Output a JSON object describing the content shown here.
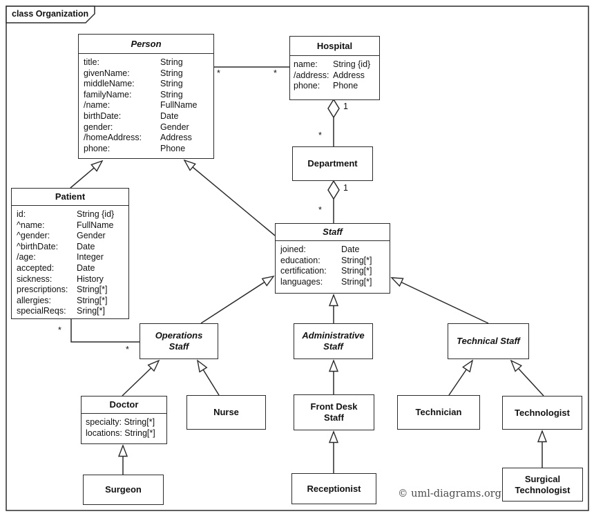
{
  "frame": {
    "title": "class Organization"
  },
  "copyright": "© uml-diagrams.org",
  "labels": [
    "*",
    "*",
    "1",
    "*",
    "1",
    "*",
    "*",
    "*"
  ],
  "classes": {
    "person": {
      "title": "Person",
      "abstract": true,
      "attrs": [
        {
          "n": "title:",
          "t": "String"
        },
        {
          "n": "givenName:",
          "t": "String"
        },
        {
          "n": "middleName:",
          "t": "String"
        },
        {
          "n": "familyName:",
          "t": "String"
        },
        {
          "n": "/name:",
          "t": "FullName"
        },
        {
          "n": "birthDate:",
          "t": "Date"
        },
        {
          "n": "gender:",
          "t": "Gender"
        },
        {
          "n": "/homeAddress:",
          "t": "Address"
        },
        {
          "n": "phone:",
          "t": "Phone"
        }
      ]
    },
    "hospital": {
      "title": "Hospital",
      "attrs": [
        {
          "n": "name:",
          "t": "String {id}"
        },
        {
          "n": "/address:",
          "t": "Address"
        },
        {
          "n": "phone:",
          "t": "Phone"
        }
      ]
    },
    "department": {
      "title": "Department"
    },
    "staff": {
      "title": "Staff",
      "abstract": true,
      "attrs": [
        {
          "n": "joined:",
          "t": "Date"
        },
        {
          "n": "education:",
          "t": "String[*]"
        },
        {
          "n": "certification:",
          "t": "String[*]"
        },
        {
          "n": "languages:",
          "t": "String[*]"
        }
      ]
    },
    "patient": {
      "title": "Patient",
      "attrs": [
        {
          "n": "id:",
          "t": "String {id}"
        },
        {
          "n": "^name:",
          "t": "FullName"
        },
        {
          "n": "^gender:",
          "t": "Gender"
        },
        {
          "n": "^birthDate:",
          "t": "Date"
        },
        {
          "n": "/age:",
          "t": "Integer"
        },
        {
          "n": "accepted:",
          "t": "Date"
        },
        {
          "n": "sickness:",
          "t": "History"
        },
        {
          "n": "prescriptions:",
          "t": "String[*]"
        },
        {
          "n": "allergies:",
          "t": "String[*]"
        },
        {
          "n": "specialReqs:",
          "t": "Sring[*]"
        }
      ]
    },
    "operationsStaff": {
      "title": "Operations Staff",
      "abstract": true
    },
    "administrativeStaff": {
      "title": "Administrative Staff",
      "abstract": true
    },
    "technicalStaff": {
      "title": "Technical Staff",
      "abstract": true
    },
    "doctor": {
      "title": "Doctor",
      "attrs": [
        "specialty: String[*]",
        "locations: String[*]"
      ]
    },
    "nurse": {
      "title": "Nurse"
    },
    "frontDeskStaff": {
      "title": "Front Desk Staff"
    },
    "technician": {
      "title": "Technician"
    },
    "technologist": {
      "title": "Technologist"
    },
    "surgeon": {
      "title": "Surgeon"
    },
    "receptionist": {
      "title": "Receptionist"
    },
    "surgicalTechnologist": {
      "title": "Surgical Technologist"
    }
  }
}
